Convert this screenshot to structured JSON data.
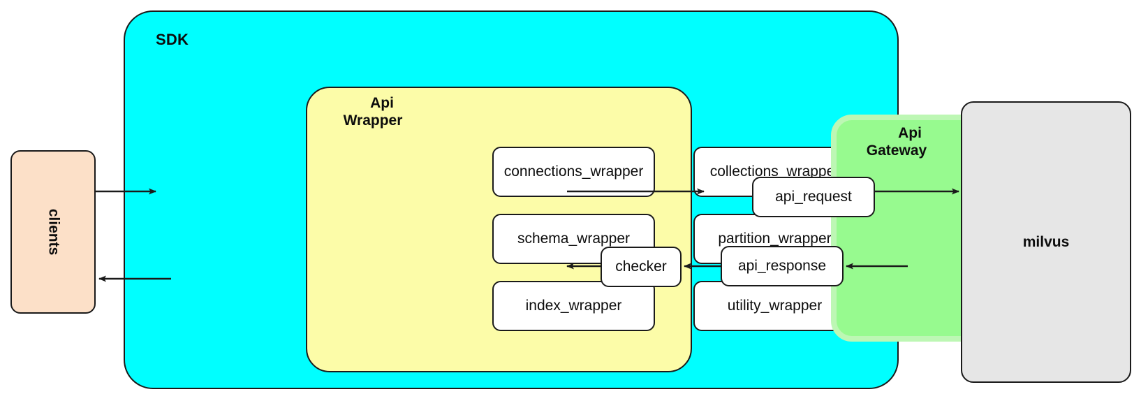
{
  "diagram": {
    "title_blocks": {
      "sdk": "SDK",
      "api_wrapper_line1": "Api",
      "api_wrapper_line2": "Wrapper",
      "api_gateway_line1": "Api",
      "api_gateway_line2": "Gateway"
    },
    "external": {
      "clients": "clients",
      "milvus": "milvus"
    },
    "api_wrapper_modules": [
      {
        "id": "connections-wrapper",
        "label": "connections_wrapper"
      },
      {
        "id": "collections-wrapper",
        "label": "collections_wrapper"
      },
      {
        "id": "schema-wrapper",
        "label": "schema_wrapper"
      },
      {
        "id": "partition-wrapper",
        "label": "partition_wrapper"
      },
      {
        "id": "index-wrapper",
        "label": "index_wrapper"
      },
      {
        "id": "utility-wrapper",
        "label": "utility_wrapper"
      }
    ],
    "api_gateway_nodes": [
      {
        "id": "api-request",
        "label": "api_request"
      },
      {
        "id": "api-response",
        "label": "api_response"
      }
    ],
    "checker": {
      "label": "checker"
    },
    "colors": {
      "sdk_fill": "#00ffff",
      "api_wrapper_fill": "#fcfca8",
      "api_gateway_fill": "#97fa8f",
      "api_gateway_border": "#bdf7b4",
      "clients_fill": "#fce0c8",
      "milvus_fill": "#e6e6e6",
      "node_fill": "#ffffff",
      "stroke": "#1a1a1a"
    },
    "flows": [
      {
        "from": "clients",
        "to": "sdk",
        "direction": "right"
      },
      {
        "from": "api_wrapper",
        "to": "api_gateway",
        "direction": "right"
      },
      {
        "from": "api_request",
        "to": "milvus",
        "direction": "right"
      },
      {
        "from": "milvus",
        "to": "api_response",
        "direction": "left"
      },
      {
        "from": "api_response",
        "to": "checker",
        "direction": "left"
      },
      {
        "from": "checker",
        "to": "api_wrapper",
        "direction": "left"
      },
      {
        "from": "sdk",
        "to": "clients",
        "direction": "left"
      }
    ]
  }
}
